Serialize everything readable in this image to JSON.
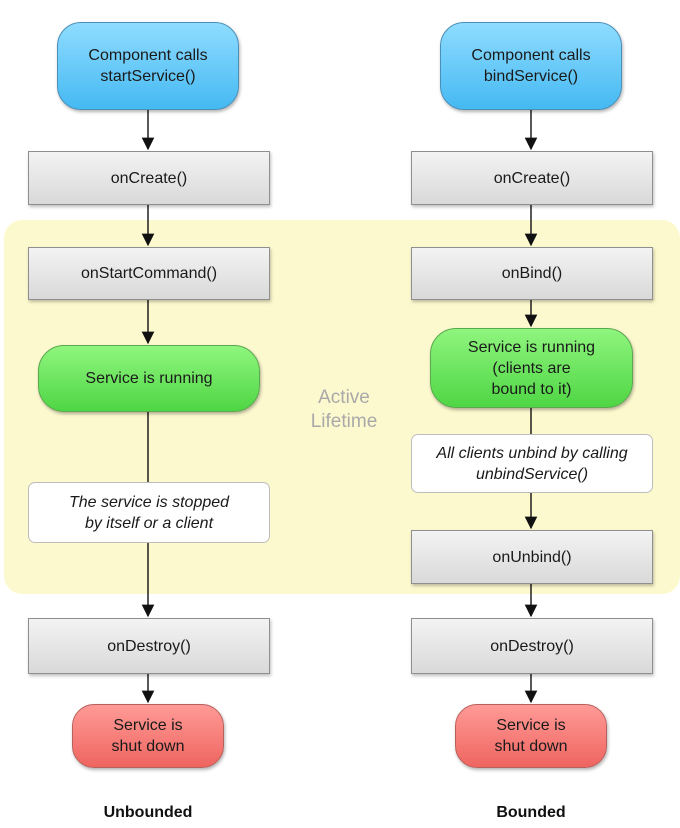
{
  "active_lifetime_label": "Active\nLifetime",
  "unbounded": {
    "caption": "Unbounded",
    "start": "Component calls\nstartService()",
    "on_create": "onCreate()",
    "on_start_command": "onStartCommand()",
    "running": "Service is running",
    "stop_note": "The service is stopped\nby itself or a client",
    "on_destroy": "onDestroy()",
    "shut_down": "Service is\nshut down"
  },
  "bounded": {
    "caption": "Bounded",
    "start": "Component calls\nbindService()",
    "on_create": "onCreate()",
    "on_bind": "onBind()",
    "running": "Service is running\n(clients are\nbound to it)",
    "unbind_note": "All clients unbind by calling\nunbindService()",
    "on_unbind": "onUnbind()",
    "on_destroy": "onDestroy()",
    "shut_down": "Service is\nshut down"
  },
  "colors": {
    "start": "#45b9f2",
    "running": "#4fd644",
    "end": "#ef6560",
    "lifetime_background": "#fdf9cf"
  }
}
